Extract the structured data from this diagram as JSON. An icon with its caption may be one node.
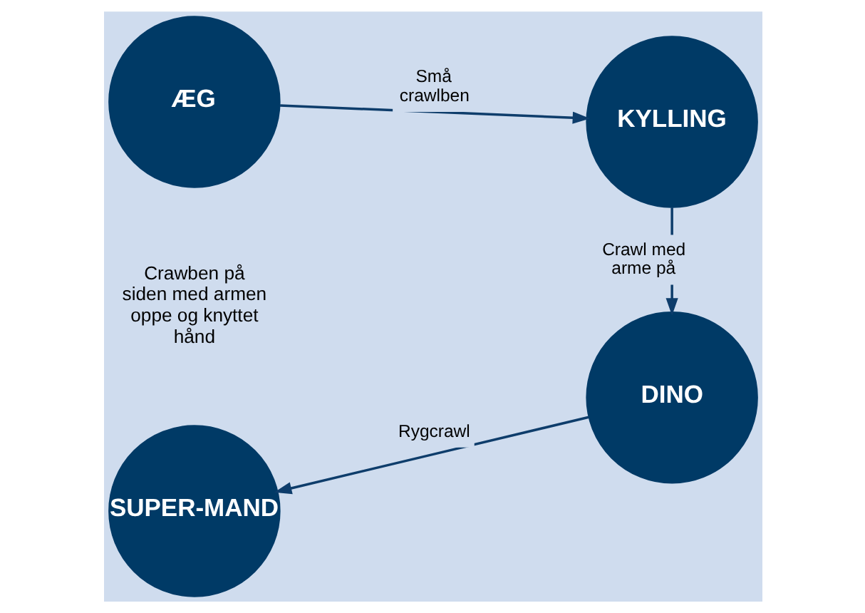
{
  "diagram": {
    "nodes": [
      {
        "text": [
          "ÆG"
        ]
      },
      {
        "text": [
          "KYLLING"
        ]
      },
      {
        "text": [
          "SUPER-MAND"
        ]
      },
      {
        "text": [
          "DINO"
        ]
      }
    ],
    "edges": [
      {
        "from": 0,
        "to": 1,
        "arrow": "to",
        "label": "Små crawlben"
      },
      {
        "from": 1,
        "to": 3,
        "arrow": "to",
        "label": "Crawl med arme på"
      },
      {
        "from": 3,
        "to": 2,
        "arrow": "to",
        "label": "Rygcrawl"
      }
    ],
    "labels": [
      "Crawben på siden med armen oppe og knyttet hånd"
    ]
  }
}
